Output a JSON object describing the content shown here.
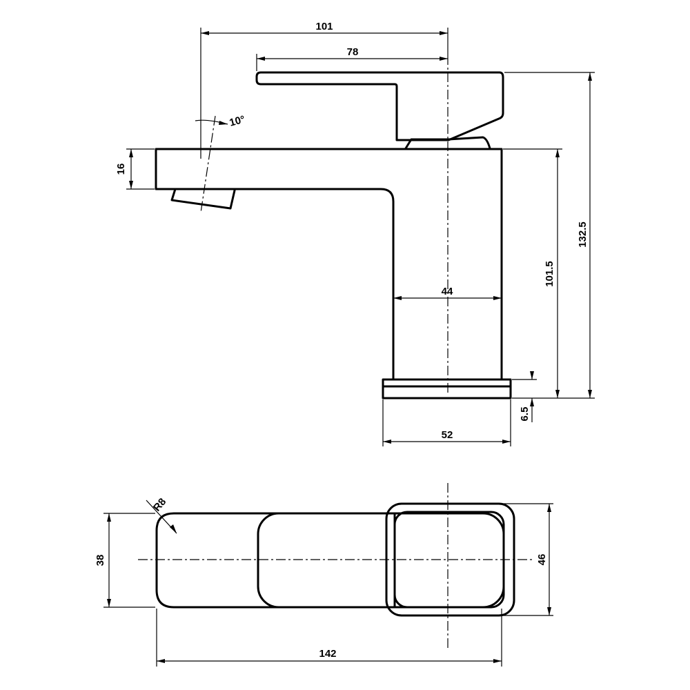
{
  "side_view": {
    "dims": {
      "overall_reach": "101",
      "lever_length": "78",
      "tilt_angle": "10°",
      "spout_thickness": "16",
      "body_width": "44",
      "spout_height": "101.5",
      "total_height": "132.5",
      "base_thickness": "6.5",
      "base_width": "52"
    }
  },
  "plan_view": {
    "dims": {
      "corner_radius": "R8",
      "spout_width": "38",
      "base_depth": "46",
      "overall_length": "142"
    }
  }
}
